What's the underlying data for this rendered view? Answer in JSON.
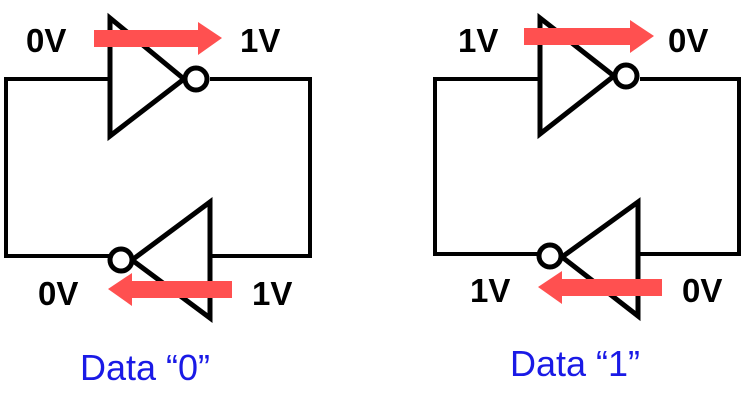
{
  "colors": {
    "caption": "#1a1ae6",
    "arrow": "#ff5050",
    "line": "#000000"
  },
  "circuits": [
    {
      "caption": "Data “0”",
      "top_inverter": {
        "input_voltage": "0V",
        "output_voltage": "1V"
      },
      "bottom_inverter": {
        "input_voltage": "1V",
        "output_voltage": "0V"
      }
    },
    {
      "caption": "Data “1”",
      "top_inverter": {
        "input_voltage": "1V",
        "output_voltage": "0V"
      },
      "bottom_inverter": {
        "input_voltage": "0V",
        "output_voltage": "1V"
      }
    }
  ]
}
